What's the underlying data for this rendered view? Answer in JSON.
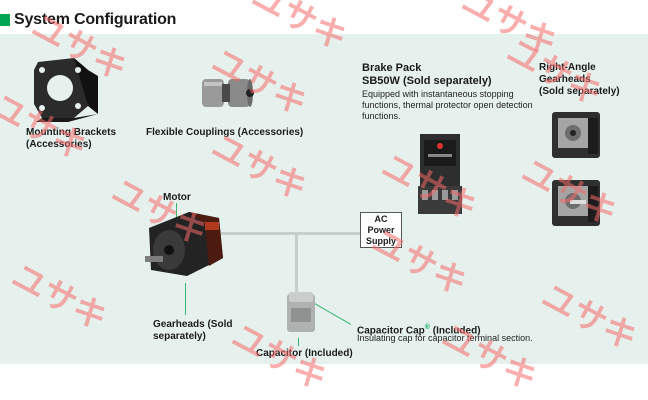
{
  "title": "System Configuration",
  "components": {
    "mounting_brackets": "Mounting Brackets\n(Accessories)",
    "flexible_couplings": "Flexible Couplings (Accessories)",
    "brake_pack": {
      "heading": "Brake Pack",
      "model": "SB50W (Sold separately)",
      "description": "Equipped with instantaneous stopping functions, thermal protector open detection functions."
    },
    "right_angle_gearheads": "Right-Angle Gearheads\n(Sold separately)",
    "motor": "Motor",
    "ac_power_supply": "AC\nPower\nSupply",
    "gearheads": "Gearheads (Sold separately)",
    "capacitor_cap": {
      "heading": "Capacitor Cap",
      "registered": "®",
      "suffix": " (Included)",
      "description": "Insulating cap for capacitor terminal section."
    },
    "capacitor": "Capacitor (Included)"
  },
  "watermark_text": "ユサキ",
  "colors": {
    "accent": "#00a651",
    "panel": "#e6f1ed",
    "watermark": "#f56969"
  }
}
